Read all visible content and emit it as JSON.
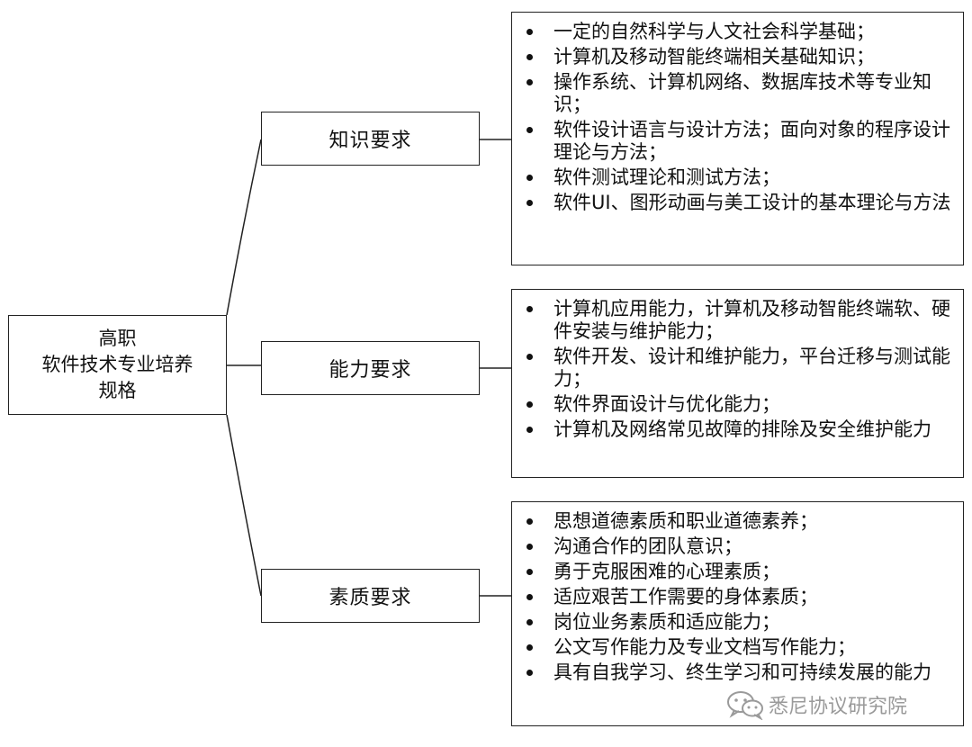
{
  "root": {
    "title_lines": [
      "高职",
      "软件技术专业培养",
      "规格"
    ]
  },
  "categories": [
    {
      "label": "知识要求",
      "items": [
        "一定的自然科学与人文社会科学基础；",
        "计算机及移动智能终端相关基础知识；",
        "操作系统、计算机网络、数据库技术等专业知识；",
        "软件设计语言与设计方法；面向对象的程序设计理论与方法；",
        "软件测试理论和测试方法；",
        "软件UI、图形动画与美工设计的基本理论与方法"
      ]
    },
    {
      "label": "能力要求",
      "items": [
        "计算机应用能力，计算机及移动智能终端软、硬件安装与维护能力；",
        "软件开发、设计和维护能力，平台迁移与测试能力；",
        "软件界面设计与优化能力；",
        "计算机及网络常见故障的排除及安全维护能力"
      ]
    },
    {
      "label": "素质要求",
      "items": [
        "思想道德素质和职业道德素养；",
        "沟通合作的团队意识；",
        "勇于克服困难的心理素质；",
        "适应艰苦工作需要的身体素质；",
        "岗位业务素质和适应能力；",
        "公文写作能力及专业文档写作能力；",
        "具有自我学习、终生学习和可持续发展的能力"
      ]
    }
  ],
  "watermark": {
    "text": "悉尼协议研究院",
    "icon": "wechat-icon",
    "color": "#9a9a9a"
  }
}
